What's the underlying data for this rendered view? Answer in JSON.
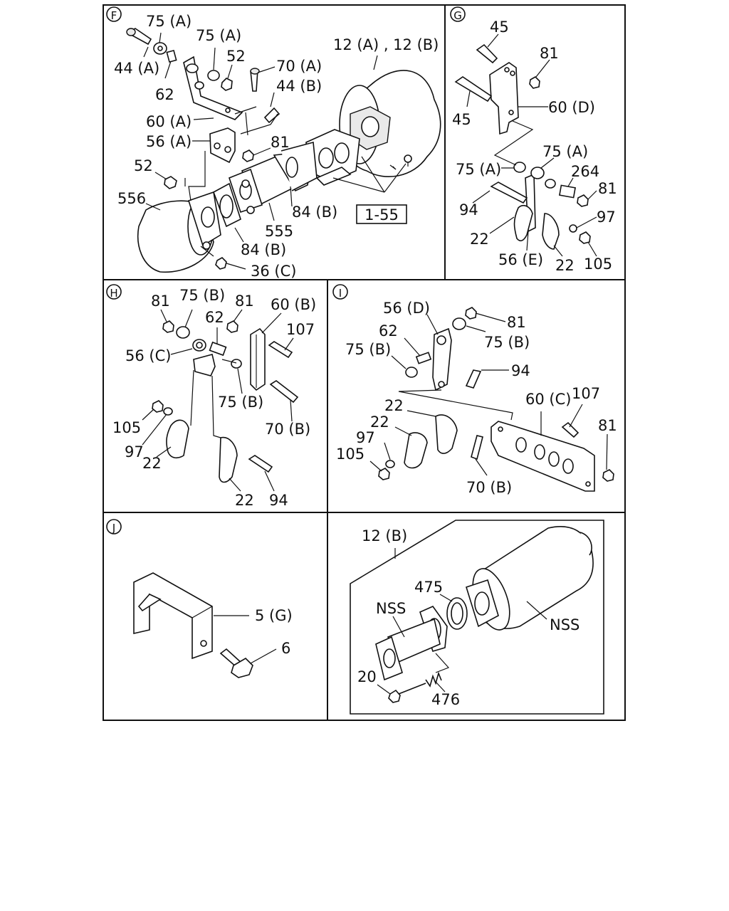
{
  "sections": [
    {
      "id": "F",
      "labels": [
        "75 (A)",
        "75 (A)",
        "52",
        "70 (A)",
        "44 (A)",
        "62",
        "44 (B)",
        "60 (A)",
        "56 (A)",
        "81",
        "52",
        "556",
        "555",
        "84 (B)",
        "84 (B)",
        "36 (C)",
        "12 (A) , 12 (B)"
      ],
      "ref_box": "1-55"
    },
    {
      "id": "G",
      "labels": [
        "45",
        "81",
        "45",
        "60 (D)",
        "75 (A)",
        "75 (A)",
        "264",
        "81",
        "94",
        "97",
        "22",
        "56 (E)",
        "22",
        "105"
      ]
    },
    {
      "id": "H",
      "labels": [
        "81",
        "75 (B)",
        "81",
        "60 (B)",
        "62",
        "107",
        "56 (C)",
        "75 (B)",
        "105",
        "70 (B)",
        "97",
        "22",
        "22",
        "94"
      ]
    },
    {
      "id": "I",
      "labels": [
        "56 (D)",
        "81",
        "62",
        "75 (B)",
        "75 (B)",
        "94",
        "22",
        "60 (C)",
        "107",
        "22",
        "81",
        "97",
        "105",
        "70 (B)"
      ]
    },
    {
      "id": "J",
      "labels": [
        "5 (G)",
        "6"
      ]
    },
    {
      "id": "K",
      "labels": [
        "12 (B)",
        "475",
        "NSS",
        "NSS",
        "20",
        "476"
      ]
    }
  ]
}
